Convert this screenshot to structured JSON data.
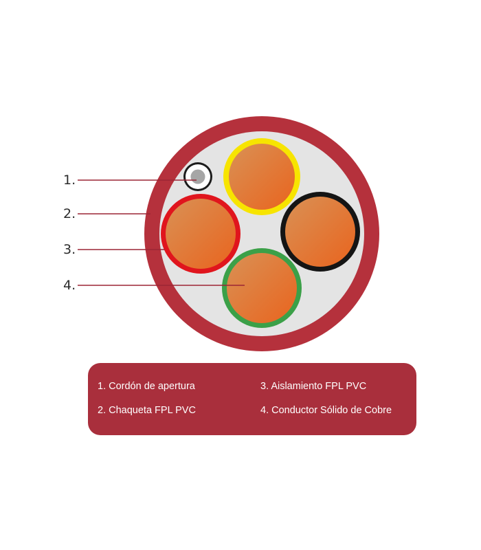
{
  "diagram": {
    "callouts": [
      {
        "number": "1."
      },
      {
        "number": "2."
      },
      {
        "number": "3."
      },
      {
        "number": "4."
      }
    ]
  },
  "legend": {
    "items": [
      {
        "text": "1. Cordón de apertura"
      },
      {
        "text": "2. Chaqueta FPL PVC"
      },
      {
        "text": "3. Aislamiento FPL PVC"
      },
      {
        "text": "4. Conductor Sólido de Cobre"
      }
    ]
  },
  "colors": {
    "jacket": "#b5313c",
    "filler": "#e4e4e4",
    "copper_light": "#d99155",
    "copper_dark": "#e9641e",
    "insulation_yellow": "#f7e400",
    "insulation_black": "#151515",
    "insulation_red": "#e0151d",
    "insulation_green": "#3ba048",
    "leader_line": "#9b2535",
    "legend_bg": "#a92f3c",
    "ripcord_ring": "#1c1c1c",
    "ripcord_core": "#a6a6a6"
  }
}
